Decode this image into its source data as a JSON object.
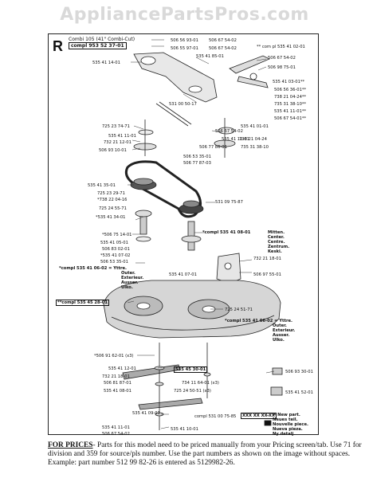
{
  "watermark": "AppliancePartsPros.com",
  "diagram": {
    "section_letter": "R",
    "combi_line1": "Combi 105 (41\" Combi-Cut)",
    "combi_line2": "compl 953 52 37-01",
    "labels": {
      "l01": "506 56 93-01",
      "l02": "506 67 54-02",
      "l03": "506 55 97-01",
      "l04": "506 67 54-02",
      "l05": "** com  pl 535 41 02-01",
      "l06": "535 41 14-01",
      "l07": "535 41 85-01",
      "l08": "506 67 54-02",
      "l09": "506 98 75-01",
      "l10": "535 41 03-01**",
      "l11": "506 56 36-01**",
      "l12": "738 21 04-24**",
      "l13": "735 31 38-10**",
      "l14": "535 41 11-01**",
      "l15": "506 67 54-01**",
      "l16": "531 00 50-17",
      "l17": "725 23 74-71",
      "l18": "535 41 01-01",
      "l19": "506 67 54-02",
      "l20": "535 41 11-01",
      "l21": "535 41 11-01",
      "l22": "732 21 12-01",
      "l23": "738 21 04-24",
      "l24": "506 93 10-01",
      "l25": "506 77 86-01",
      "l26": "735 31 38-10",
      "l27": "506 53 35-01",
      "l28": "506 77 87-03",
      "l29": "535 41 35-01",
      "l30": "725 23 29-71",
      "l31": "*738 22 04-16",
      "l32": "531 09 75-87",
      "l33": "725 24 55-71",
      "l34": "*535 41 34-01",
      "l35": "*506 75 14-01",
      "l36": "*compl 535 41 08-01",
      "l37": "Mitten.\nCenter.\nCentre.\nZentrum.\nKeski.",
      "l38": "535 41 05-01",
      "l39": "506 83 02-01",
      "l40": "*535 41 07-02",
      "l41": "506 53 35-01",
      "l42": "732 21 18-01",
      "l43": "*compl 535 41 06-02 = Yttre.",
      "l44": "Outer.\nExterieur.\nAusser.\nUlko.",
      "l45": "535 41 07-01",
      "l46": "506 97 55-01",
      "l47": "**compl 535 45 28-01",
      "l48": "725 24 51-71",
      "l49": "*compl 535 41 06-02 = Yttre.",
      "l50": "Outer.\nExterieur.\nAusser.\nUlko.",
      "l51": "*506 91 62-01 (x3)",
      "l52": "535 41 12-01",
      "l53": "535 45 30-01",
      "l54": "506 93 30-01",
      "l55": "732 21 18-01",
      "l56": "506 81 87-01",
      "l57": "734 11 64-01 (x3)",
      "l58": "535 41 52-01",
      "l59": "535 41 08-01",
      "l60": "725 24 50-51 (x3)",
      "l61": "535 41 09-01",
      "l62": "compl 531 00 75-85",
      "l63": "XXX XX XX-XX",
      "l64": "= New part.\nNeues teil.\nNouvelle piece.\nNueva pieza.\nNy detalj.",
      "l65": "535 41 11-01",
      "l66": "506 67 54-02",
      "l67": "535 41 10-01"
    }
  },
  "footer": {
    "heading": "FOR PRICES",
    "text": "- Parts for this model need to be priced manually from your Pricing screen/tab. Use 71 for division and 359 for source/pls number.  Use the part numbers as shown on the image without spaces.  Example: part number 512 99 82-26 is entered as 5129982-26."
  }
}
